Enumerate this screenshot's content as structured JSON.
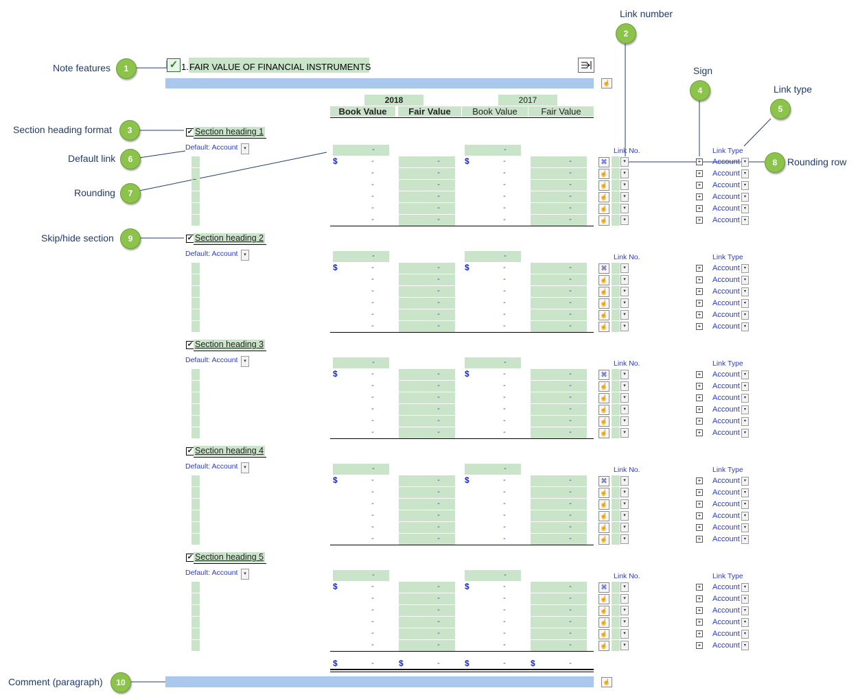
{
  "callouts": [
    {
      "num": "1",
      "label": "Note features"
    },
    {
      "num": "2",
      "label": "Link number"
    },
    {
      "num": "3",
      "label": "Section heading format"
    },
    {
      "num": "4",
      "label": "Sign"
    },
    {
      "num": "5",
      "label": "Link type"
    },
    {
      "num": "6",
      "label": "Default link"
    },
    {
      "num": "7",
      "label": "Rounding"
    },
    {
      "num": "8",
      "label": "Rounding row"
    },
    {
      "num": "9",
      "label": "Skip/hide section"
    },
    {
      "num": "10",
      "label": "Comment (paragraph)"
    }
  ],
  "note": {
    "number": "1.",
    "title": "FAIR VALUE OF FINANCIAL INSTRUMENTS"
  },
  "headers": {
    "year1": "2018",
    "year2": "2017",
    "book_value_bold": "Book Value",
    "fair_value_bold": "Fair Value",
    "book_value": "Book Value",
    "fair_value": "Fair Value"
  },
  "sections": [
    {
      "heading": "Section heading 1",
      "default_link": "Default: Account"
    },
    {
      "heading": "Section heading 2",
      "default_link": "Default: Account"
    },
    {
      "heading": "Section heading 3",
      "default_link": "Default: Account"
    },
    {
      "heading": "Section heading 4",
      "default_link": "Default: Account"
    },
    {
      "heading": "Section heading 5",
      "default_link": "Default: Account"
    }
  ],
  "labels": {
    "link_no": "Link No.",
    "link_type": "Link Type",
    "account": "Account",
    "dollar": "$",
    "dash": "-",
    "checkmark": "✓",
    "small_check": "✔"
  },
  "icons": {
    "note_check": "checkbox-checked-icon",
    "insert_arrow": "insert-arrow-icon",
    "pointer": "pointer-icon",
    "command": "command-icon",
    "plus": "plus-icon"
  },
  "colors": {
    "green_cell": "#c9e4c9",
    "blue_bar": "#a9c8ec",
    "badge": "#8cc34a",
    "link_text": "#2a3cc8"
  }
}
